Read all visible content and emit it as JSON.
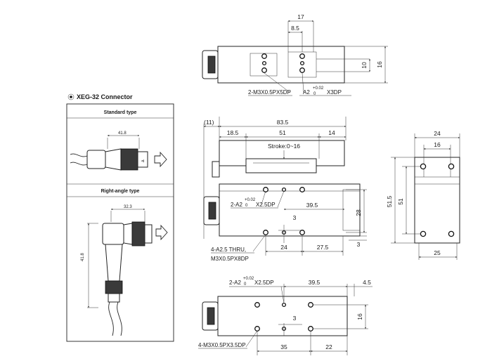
{
  "connector_section": {
    "title": "XEG-32 Connector",
    "standard": {
      "label": "Standard type",
      "dim": "41.8"
    },
    "right_angle": {
      "label": "Right-angle type",
      "dim_h": "32.3",
      "dim_v": "41.8"
    }
  },
  "top_view": {
    "dims": [
      "17",
      "8.5",
      "10",
      "16"
    ],
    "callout_m3": "2-M3X0.5PX5DP",
    "callout_a2": {
      "prefix": "A2",
      "tol_upper": "+0.02",
      "tol_lower": "0",
      "suffix": "X3DP"
    }
  },
  "front_view": {
    "dims": [
      "(11)",
      "83.5",
      "18.5",
      "51",
      "14",
      "39.5",
      "28",
      "3",
      "24",
      "27.5",
      "3"
    ],
    "stroke": "Stroke:0~16",
    "callout_a2": {
      "prefix": "2-A2",
      "tol_upper": "+0.02",
      "tol_lower": "0",
      "suffix": "X2.5DP"
    },
    "callout_thru_1": "4-A2.5 THRU,",
    "callout_thru_2": "M3X0.5PX8DP"
  },
  "side_view": {
    "dims": [
      "24",
      "16",
      "51.5",
      "51",
      "25"
    ]
  },
  "bottom_view": {
    "dims": [
      "39.5",
      "4.5",
      "16",
      "3",
      "35",
      "22"
    ],
    "callout_a2": {
      "prefix": "2-A2",
      "tol_upper": "+0.02",
      "tol_lower": "0",
      "suffix": "X2.5DP"
    },
    "callout_m3": "4-M3X0.5PX3.5DP"
  }
}
